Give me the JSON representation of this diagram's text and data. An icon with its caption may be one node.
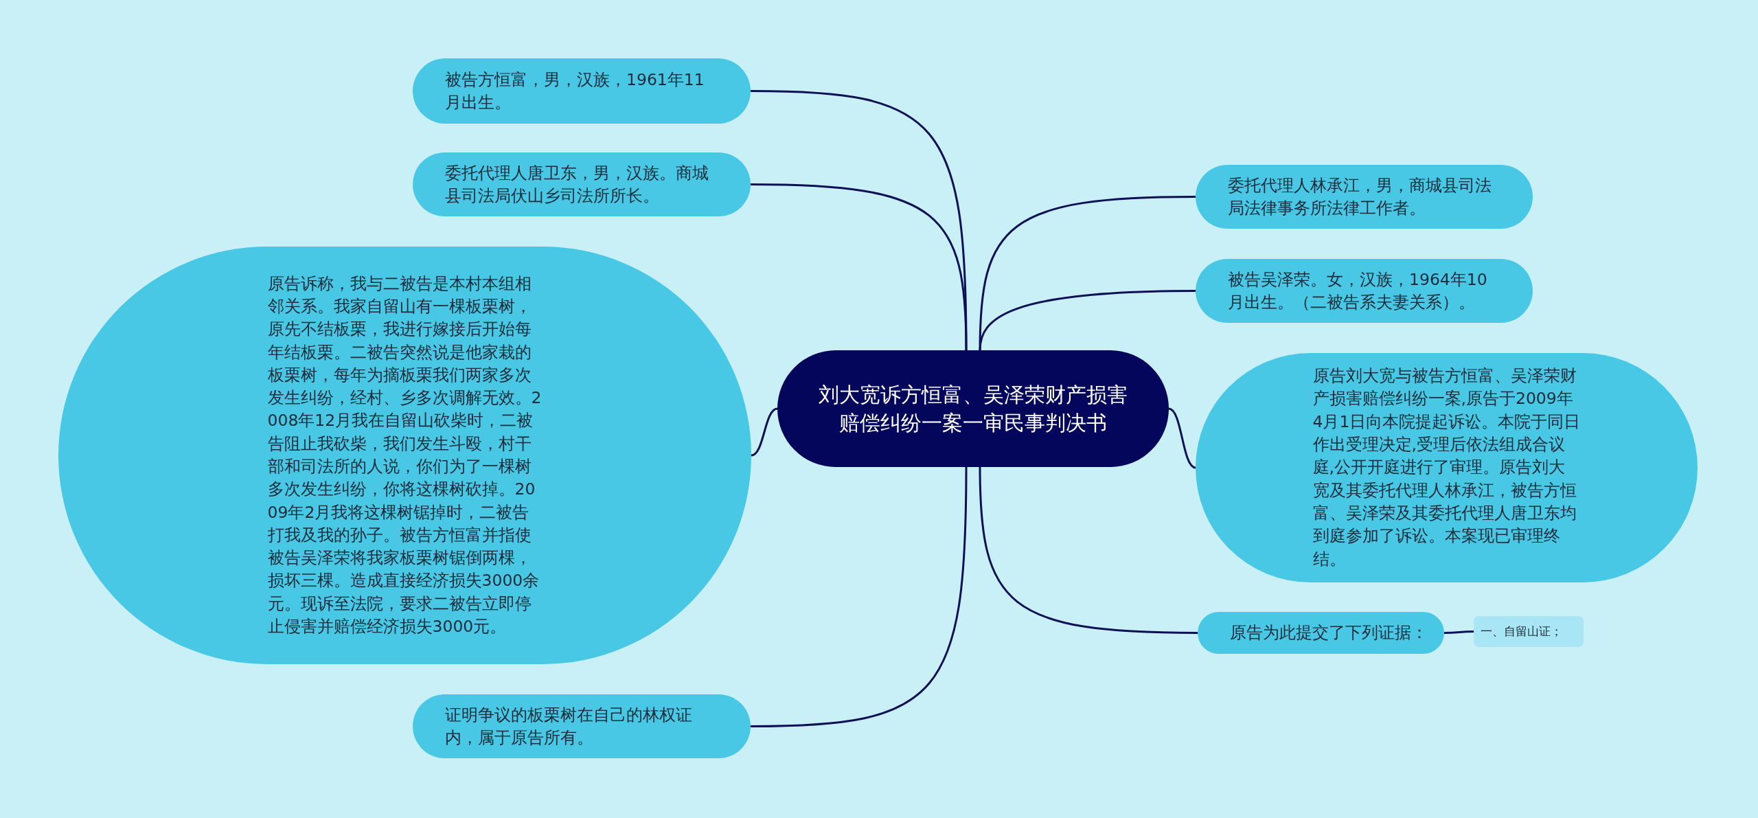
{
  "diagram": {
    "nodes": [
      {
        "text": [
          "刘大宽诉方恒富、吴泽荣财产损害赔偿纠纷一案一审民事判决书"
        ]
      },
      {
        "text": [
          "被告方恒富，男，汉族，1961年11月出生。"
        ]
      },
      {
        "text": [
          "委托代理人唐卫东，男，汉族。商城县司法局伏山乡司法所所长。"
        ]
      },
      {
        "text": [
          "原告诉称，我与二被告是本村本组相邻关系。我家自留山有一棵板栗树，原先不结板栗，我进行嫁接后开始每年结板栗。二被告突然说是他家栽的板栗树，每年为摘板栗我们两家多次发生纠纷，经村、乡多次调解无效。2008年12月我在自留山砍柴时，二被告阻止我砍柴，我们发生斗殴，村干部和司法所的人说，你们为了一棵树多次发生纠纷，你将这棵树砍掉。2009年2月我将这棵树锯掉时，二被告打我及我的孙子。被告方恒富并指使被告吴泽荣将我家板栗树锯倒两棵，损坏三棵。造成直接经济损失3000余元。现诉至法院，要求二被告立即停止侵害并赔偿经济损失3000元。"
        ]
      },
      {
        "text": [
          "证明争议的板栗树在自己的林权证内，属于原告所有。"
        ]
      },
      {
        "text": [
          "委托代理人林承江，男，商城县司法局法律事务所法律工作者。"
        ]
      },
      {
        "text": [
          "被告吴泽荣。女，汉族，1964年10月出生。（二被告系夫妻关系）。"
        ]
      },
      {
        "text": [
          "原告刘大宽与被告方恒富、吴泽荣财产损害赔偿纠纷一案,原告于2009年4月1日向本院提起诉讼。本院于同日作出受理决定,受理后依法组成合议庭,公开开庭进行了审理。原告刘大宽及其委托代理人林承江，被告方恒富、吴泽荣及其委托代理人唐卫东均到庭参加了诉讼。本案现已审理终结。"
        ]
      },
      {
        "text": [
          "原告为此提交了下列证据："
        ]
      },
      {
        "text": [
          "一、自留山证；"
        ]
      }
    ],
    "edges": [
      {
        "from": 0,
        "to": 1,
        "arrow": "none"
      },
      {
        "from": 0,
        "to": 2,
        "arrow": "none"
      },
      {
        "from": 0,
        "to": 3,
        "arrow": "none"
      },
      {
        "from": 0,
        "to": 4,
        "arrow": "none"
      },
      {
        "from": 0,
        "to": 5,
        "arrow": "none"
      },
      {
        "from": 0,
        "to": 6,
        "arrow": "none"
      },
      {
        "from": 0,
        "to": 7,
        "arrow": "none"
      },
      {
        "from": 0,
        "to": 8,
        "arrow": "none"
      },
      {
        "from": 8,
        "to": 9,
        "arrow": "none"
      }
    ]
  }
}
